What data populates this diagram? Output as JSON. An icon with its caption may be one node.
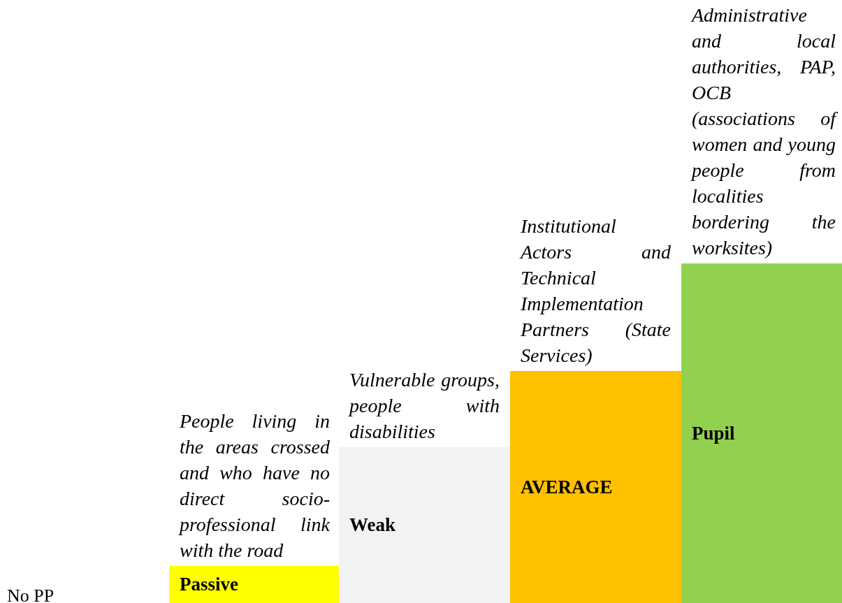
{
  "diagram": {
    "nodes": [
      {
        "text": [
          "Passive"
        ],
        "beside": [
          "People living in the areas crossed and who have no direct socio-professional link with the road"
        ]
      },
      {
        "text": [
          "Weak"
        ],
        "beside": [
          "Vulnerable groups, people with disabilities"
        ]
      },
      {
        "text": [
          "AVERAGE"
        ],
        "beside": [
          "Institutional Actors and Technical Implementation Partners (State Services)"
        ]
      },
      {
        "text": [
          "Pupil"
        ],
        "beside": [
          "Administrative and local authorities, PAP, OCB (associations of women and young people from localities bordering the worksites)"
        ]
      }
    ],
    "edges": [],
    "labels": [
      "No PP"
    ]
  }
}
